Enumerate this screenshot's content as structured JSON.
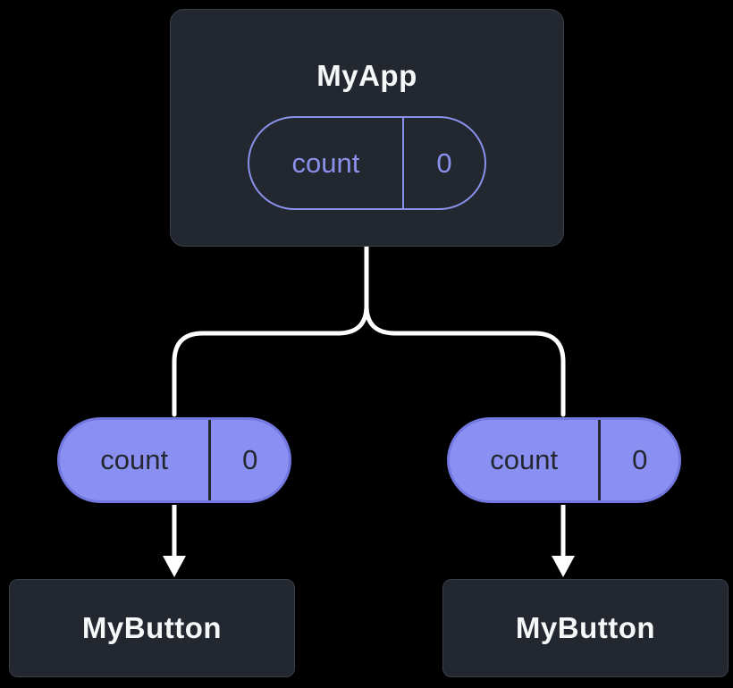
{
  "diagram": {
    "root": {
      "title": "MyApp",
      "state": {
        "name": "count",
        "value": "0"
      }
    },
    "children": [
      {
        "title": "MyButton",
        "prop": {
          "name": "count",
          "value": "0"
        }
      },
      {
        "title": "MyButton",
        "prop": {
          "name": "count",
          "value": "0"
        }
      }
    ],
    "colors": {
      "background": "#000000",
      "box_bg": "#23272f",
      "box_border": "#3a404c",
      "box_text": "#f6f7f9",
      "pill_outline_stroke": "#8a91ec",
      "pill_solid_fill": "#8a90f2",
      "pill_solid_border": "#7278e0",
      "pill_solid_text": "#23272f",
      "connector": "#ffffff"
    }
  }
}
